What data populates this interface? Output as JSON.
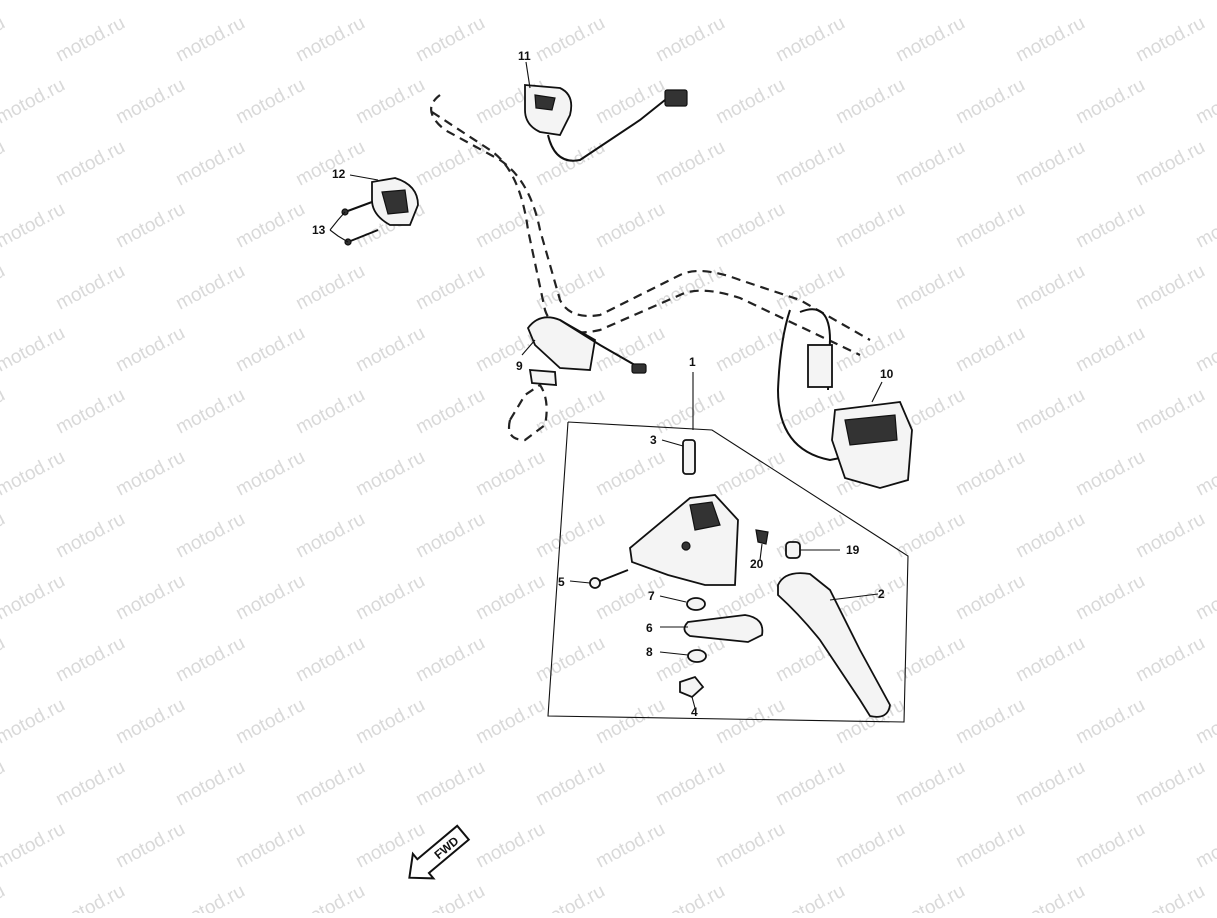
{
  "watermark": "motod.ru",
  "arrow_label": "FWD",
  "callouts": [
    "1",
    "2",
    "3",
    "4",
    "5",
    "6",
    "7",
    "8",
    "9",
    "10",
    "11",
    "12",
    "13",
    "19",
    "20"
  ]
}
